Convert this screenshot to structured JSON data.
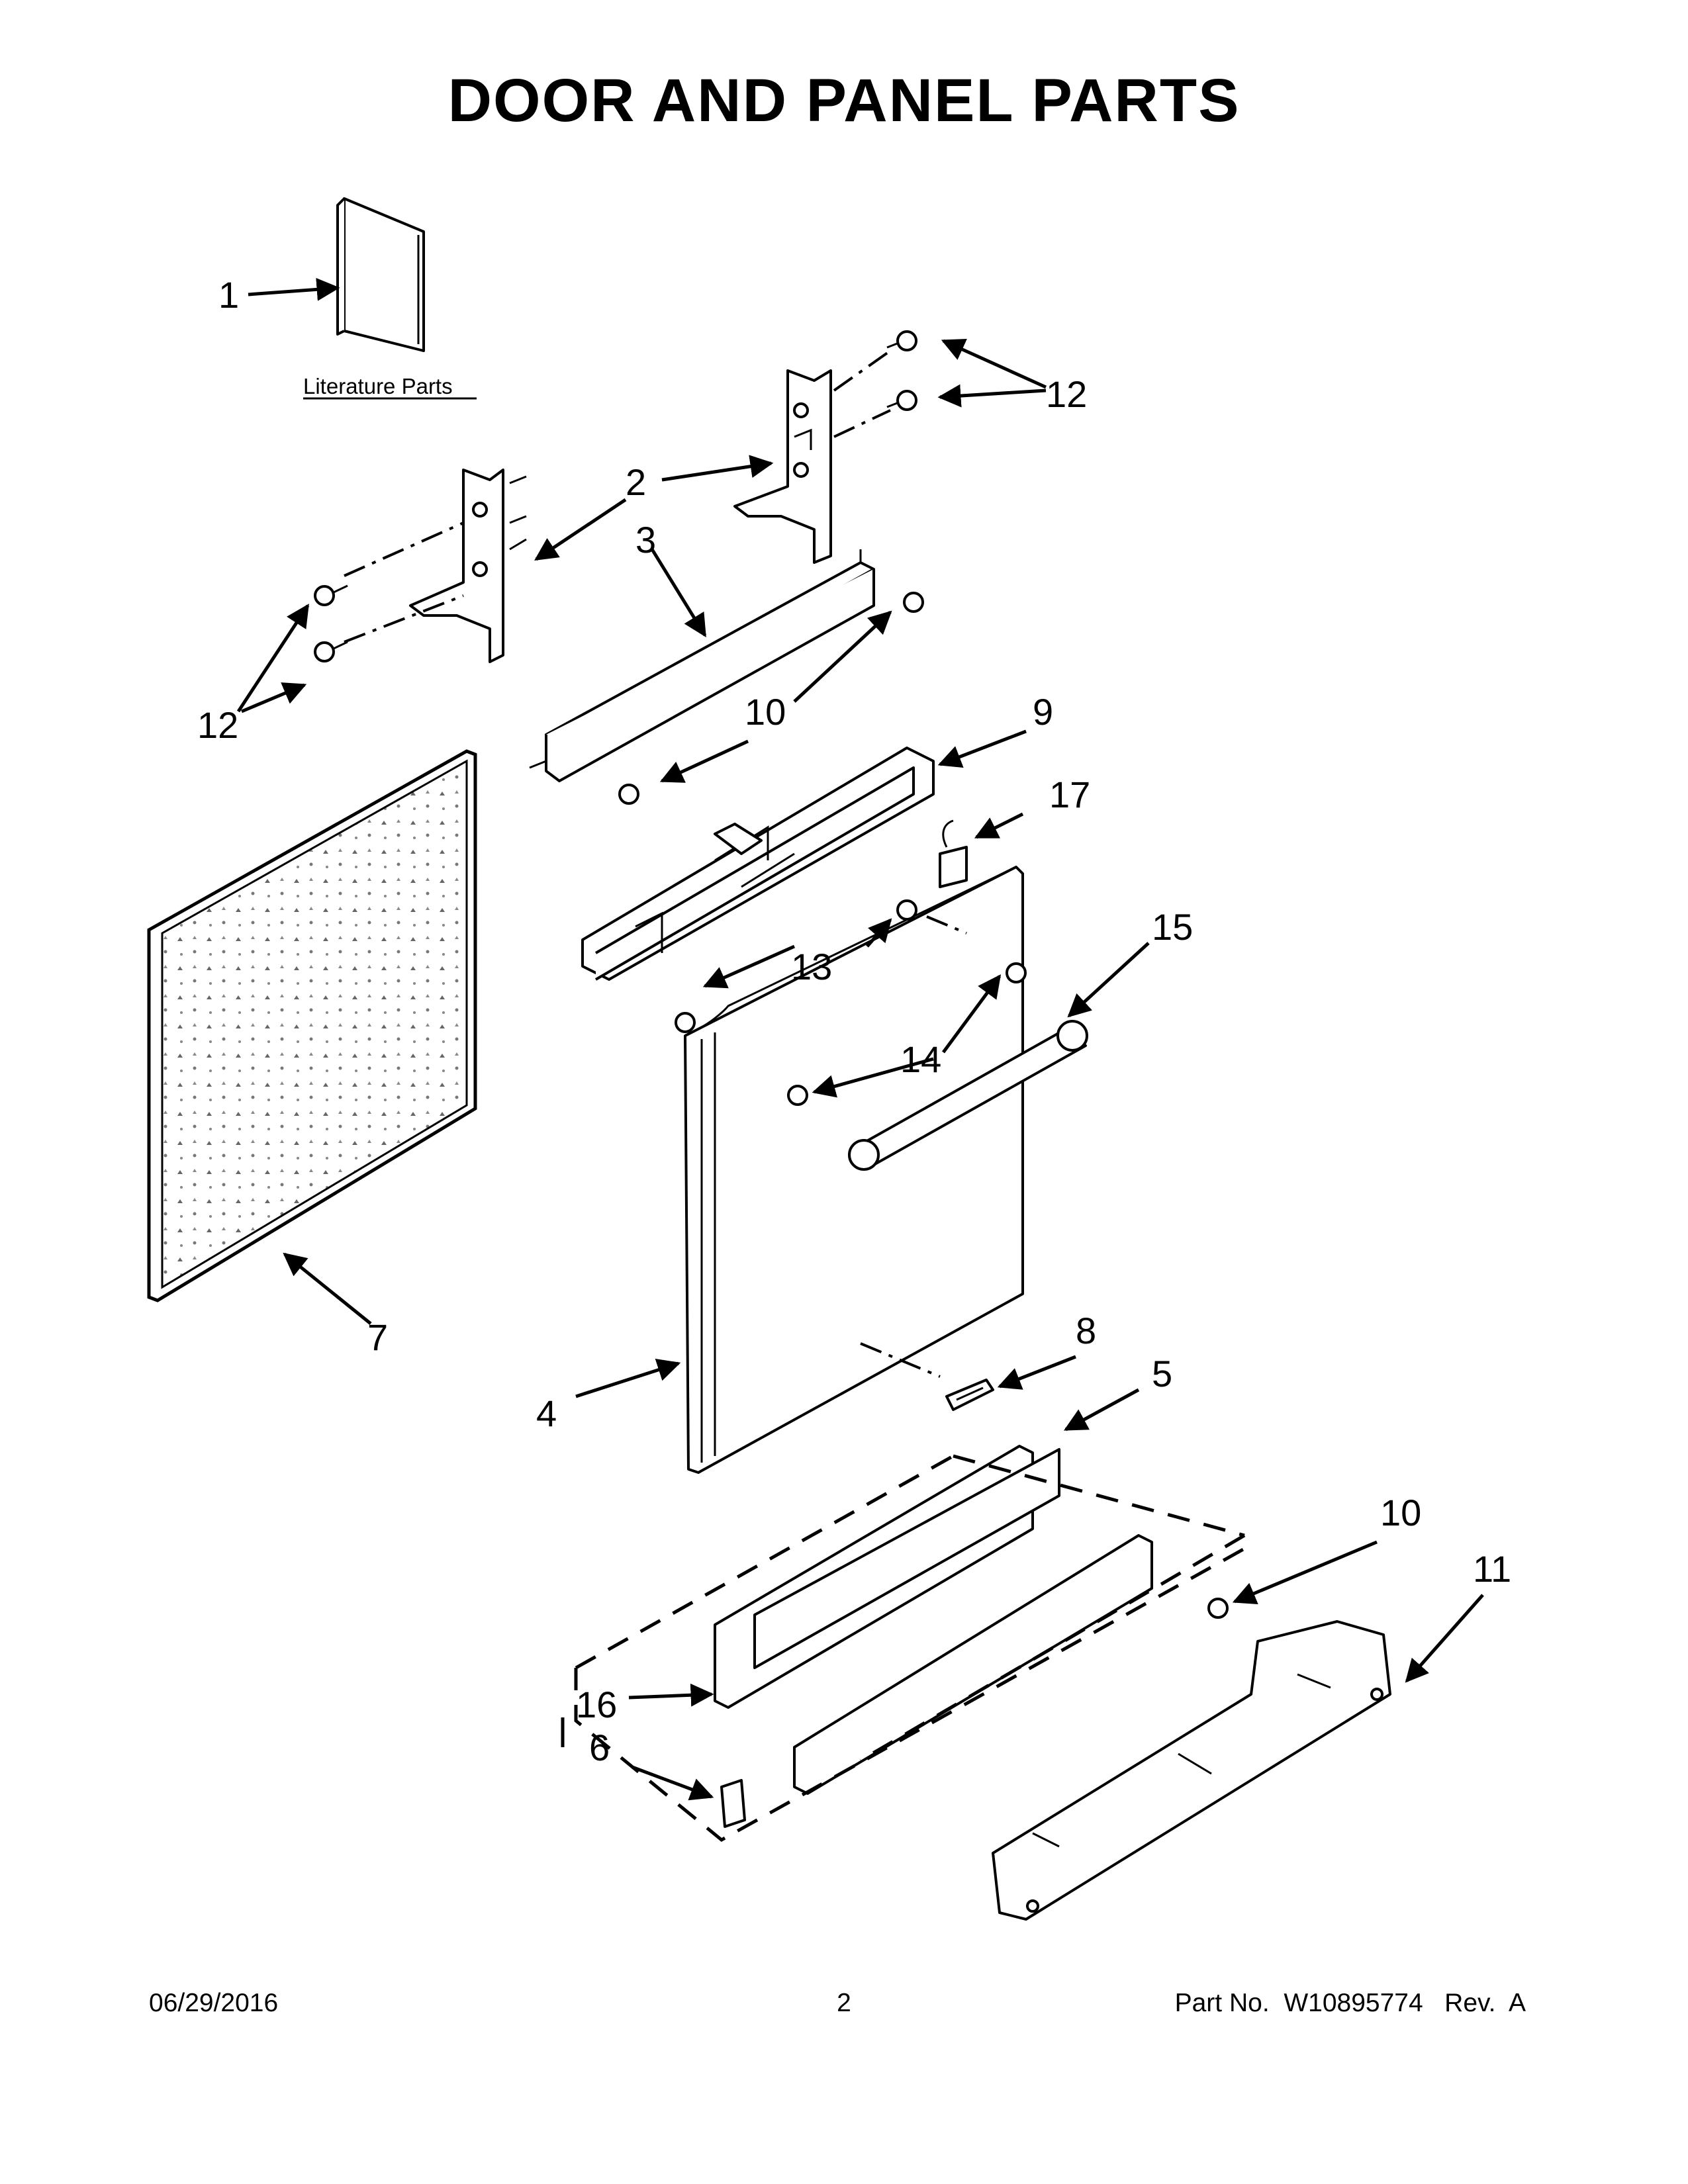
{
  "title": "DOOR AND PANEL PARTS",
  "literature_label": "Literature Parts",
  "callouts": {
    "c1": "1",
    "c2": "2",
    "c3": "3",
    "c4": "4",
    "c5": "5",
    "c6": "6",
    "c7": "7",
    "c8": "8",
    "c9": "9",
    "c10a": "10",
    "c10b": "10",
    "c11": "11",
    "c12a": "12",
    "c12b": "12",
    "c13": "13",
    "c14": "14",
    "c15": "15",
    "c16": "16",
    "c17": "17"
  },
  "footer": {
    "date": "06/29/2016",
    "page": "2",
    "part": "Part No.  W10895774   Rev.  A"
  }
}
